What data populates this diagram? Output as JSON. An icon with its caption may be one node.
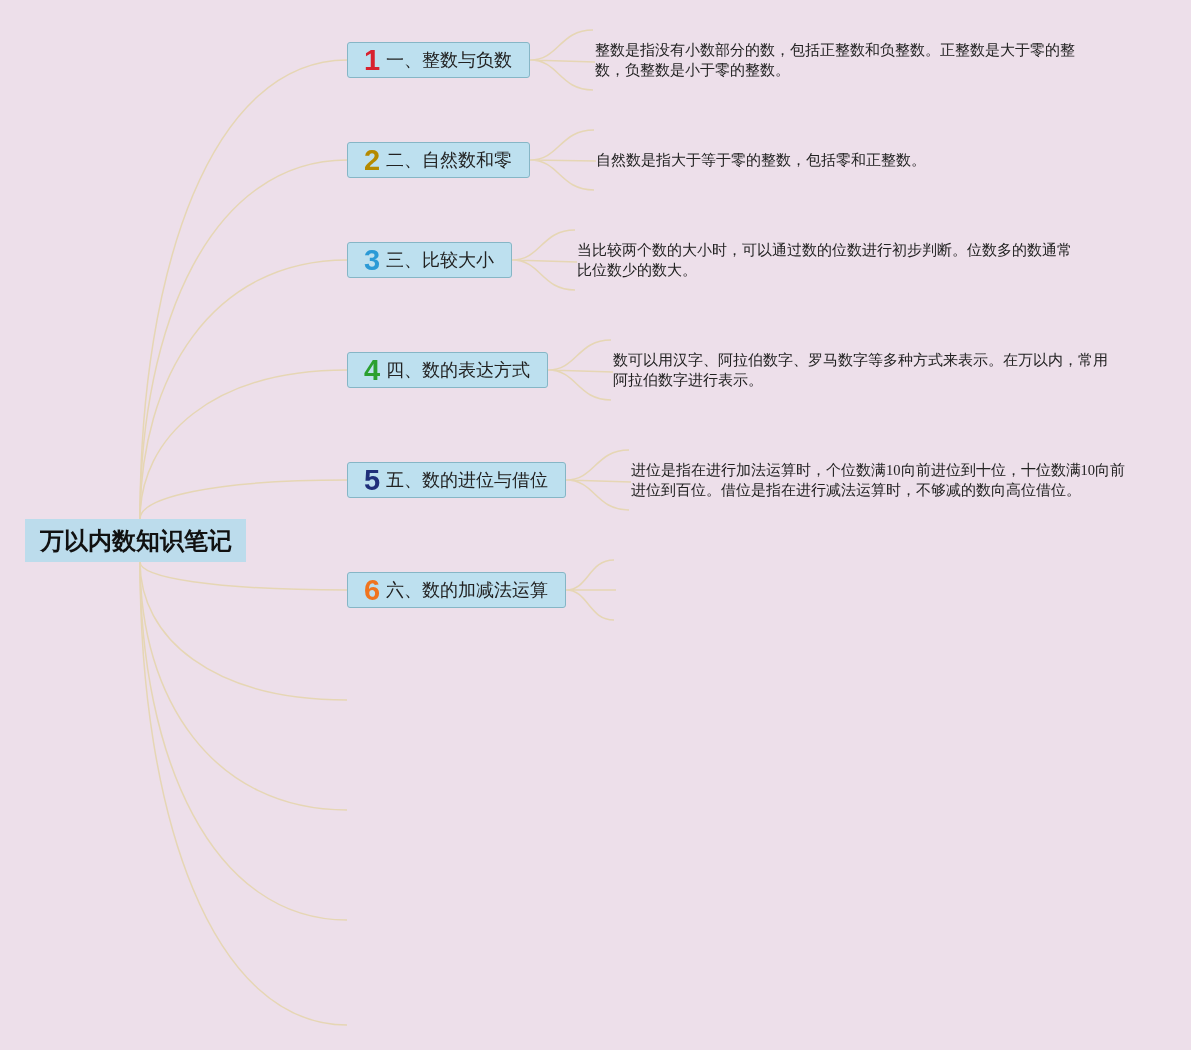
{
  "diagram": {
    "nodes": [
      {
        "text": [
          "万以内数知识笔记"
        ]
      },
      {
        "text": [
          "1",
          "一、整数与负数"
        ]
      },
      {
        "text": [
          "2",
          "二、自然数和零"
        ]
      },
      {
        "text": [
          "3",
          "三、比较大小"
        ]
      },
      {
        "text": [
          "4",
          "四、数的表达方式"
        ]
      },
      {
        "text": [
          "5",
          "五、数的进位与借位"
        ]
      },
      {
        "text": [
          "6",
          "六、数的加减法运算"
        ]
      },
      {
        "text": [
          "整数是指没有小数部分的数，包括正整数和负整数。正整数是大于零的整数，负整数是小于零的整数。"
        ]
      },
      {
        "text": [
          "自然数是指大于等于零的整数，包括零和正整数。"
        ]
      },
      {
        "text": [
          "当比较两个数的大小时，可以通过数的位数进行初步判断。位数多的数通常比位数少的数大。"
        ]
      },
      {
        "text": [
          "数可以用汉字、阿拉伯数字、罗马数字等多种方式来表示。在万以内，常用阿拉伯数字进行表示。"
        ]
      },
      {
        "text": [
          "进位是指在进行加法运算时，个位数满10向前进位到十位，十位数满10向前进位到百位。借位是指在进行减法运算时，不够减的数向高位借位。"
        ]
      }
    ],
    "edges": [
      {
        "from": 0,
        "to": 1,
        "arrow": "none"
      },
      {
        "from": 0,
        "to": 2,
        "arrow": "none"
      },
      {
        "from": 0,
        "to": 3,
        "arrow": "none"
      },
      {
        "from": 0,
        "to": 4,
        "arrow": "none"
      },
      {
        "from": 0,
        "to": 5,
        "arrow": "none"
      },
      {
        "from": 0,
        "to": 6,
        "arrow": "none"
      },
      {
        "from": 1,
        "to": 7,
        "arrow": "none"
      },
      {
        "from": 2,
        "to": 8,
        "arrow": "none"
      },
      {
        "from": 3,
        "to": 9,
        "arrow": "none"
      },
      {
        "from": 4,
        "to": 10,
        "arrow": "none"
      },
      {
        "from": 5,
        "to": 11,
        "arrow": "none"
      },
      {
        "from": 6,
        "to": null,
        "arrow": "none"
      },
      {
        "from": 0,
        "to": null,
        "arrow": "none"
      },
      {
        "from": 0,
        "to": null,
        "arrow": "none"
      },
      {
        "from": 0,
        "to": null,
        "arrow": "none"
      },
      {
        "from": 0,
        "to": null,
        "arrow": "none"
      }
    ]
  }
}
